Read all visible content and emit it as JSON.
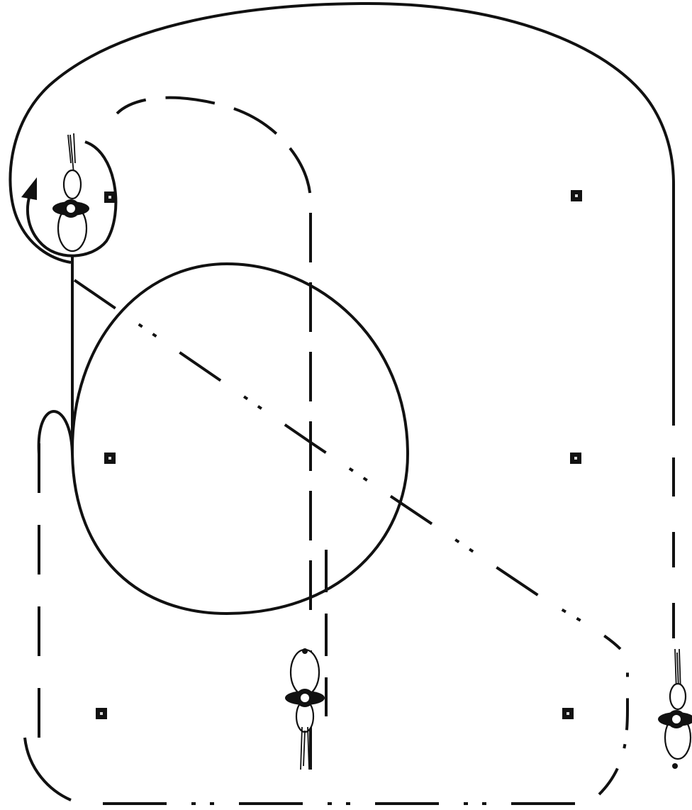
{
  "diagram": {
    "type": "riding-arena-figure",
    "elements": [
      {
        "name": "outer-track",
        "shape": "solid loop around upper arena and down right long side"
      },
      {
        "name": "inner-track",
        "shape": "dashed loop"
      },
      {
        "name": "diagonal-track",
        "shape": "dash-dot diagonal line"
      },
      {
        "name": "large-circle",
        "shape": "solid circle"
      },
      {
        "name": "small-volte",
        "shape": "solid turn with arrow"
      }
    ],
    "markers_count": 6,
    "riders_count": 3,
    "colors": {
      "ink": "#111111",
      "background": "#ffffff"
    }
  }
}
